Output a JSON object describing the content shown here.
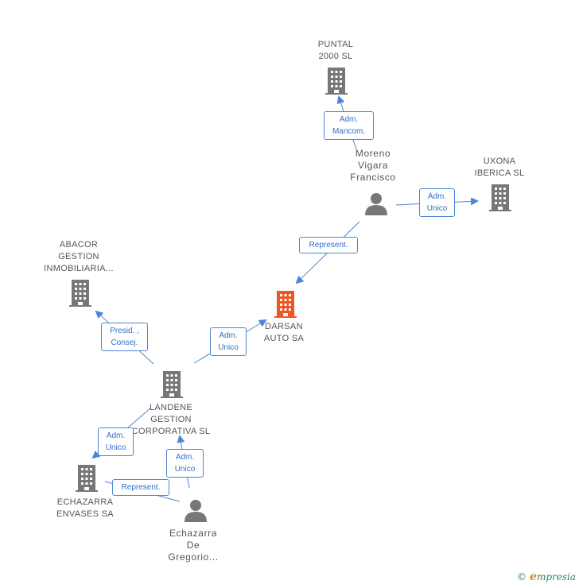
{
  "colors": {
    "accent": "#4a86d8",
    "company": "#777777",
    "focus": "#ee5522",
    "person": "#777777"
  },
  "nodes": {
    "puntal": {
      "lines": [
        "PUNTAL",
        "2000 SL"
      ],
      "icon": "building-icon"
    },
    "uxona": {
      "lines": [
        "UXONA",
        "IBERICA SL"
      ],
      "icon": "building-icon"
    },
    "moreno": {
      "lines": [
        "Moreno",
        "Vigara",
        "Francisco"
      ],
      "icon": "person-icon"
    },
    "abacor": {
      "lines": [
        "ABACOR",
        "GESTION",
        "INMOBILIARIA..."
      ],
      "icon": "building-icon"
    },
    "darsan": {
      "lines": [
        "DARSAN",
        "AUTO SA"
      ],
      "icon": "building-icon"
    },
    "landene": {
      "lines": [
        "LANDENE",
        "GESTION",
        "CORPORATIVA SL"
      ],
      "icon": "building-icon"
    },
    "echazarra_env": {
      "lines": [
        "ECHAZARRA",
        "ENVASES SA"
      ],
      "icon": "building-icon"
    },
    "echazarra_p": {
      "lines": [
        "Echazarra",
        "De",
        "Gregorio..."
      ],
      "icon": "person-icon"
    }
  },
  "edges": {
    "moreno_puntal": [
      "Adm.",
      "Mancom."
    ],
    "moreno_uxona": [
      "Adm.",
      "Unico"
    ],
    "moreno_darsan": [
      "Represent."
    ],
    "landene_abacor": [
      "Presid. ,",
      "Consej."
    ],
    "landene_darsan": [
      "Adm.",
      "Unico"
    ],
    "landene_echazarra": [
      "Adm.",
      "Unico"
    ],
    "echp_landene": [
      "Adm.",
      "Unico"
    ],
    "echp_echazarra": [
      "Represent."
    ]
  },
  "footer": {
    "copyright": "©",
    "brand_initial": "e",
    "brand_rest": "mpresia"
  }
}
